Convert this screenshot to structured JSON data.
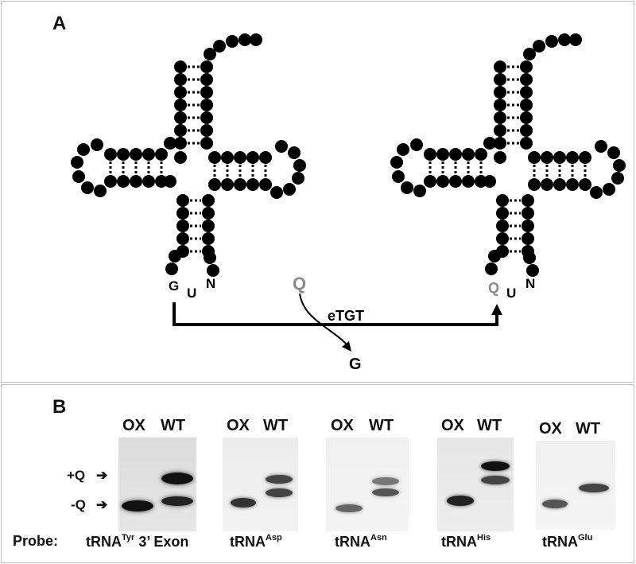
{
  "panel_a": {
    "label": "A",
    "left_anticodon": [
      "G",
      "U",
      "N"
    ],
    "right_anticodon": [
      "Q",
      "U",
      "N"
    ],
    "substrate": "Q",
    "enzyme": "eTGT",
    "product": "G",
    "colors": {
      "nucleotide": "#000000",
      "queuine": "#8a8a8a",
      "line": "#000000"
    }
  },
  "panel_b": {
    "label": "B",
    "markers": {
      "plus_q": "+Q",
      "minus_q": "-Q"
    },
    "probe_label": "Probe:",
    "blots": [
      {
        "lanes": [
          "OX",
          "WT"
        ],
        "probe": "tRNA",
        "probe_sup": "Tyr",
        "probe_suffix": " 3’ Exon"
      },
      {
        "lanes": [
          "OX",
          "WT"
        ],
        "probe": "tRNA",
        "probe_sup": "Asp",
        "probe_suffix": ""
      },
      {
        "lanes": [
          "OX",
          "WT"
        ],
        "probe": "tRNA",
        "probe_sup": "Asn",
        "probe_suffix": ""
      },
      {
        "lanes": [
          "OX",
          "WT"
        ],
        "probe": "tRNA",
        "probe_sup": "His",
        "probe_suffix": ""
      },
      {
        "lanes": [
          "OX",
          "WT"
        ],
        "probe": "tRNA",
        "probe_sup": "Glu",
        "probe_suffix": ""
      }
    ]
  }
}
